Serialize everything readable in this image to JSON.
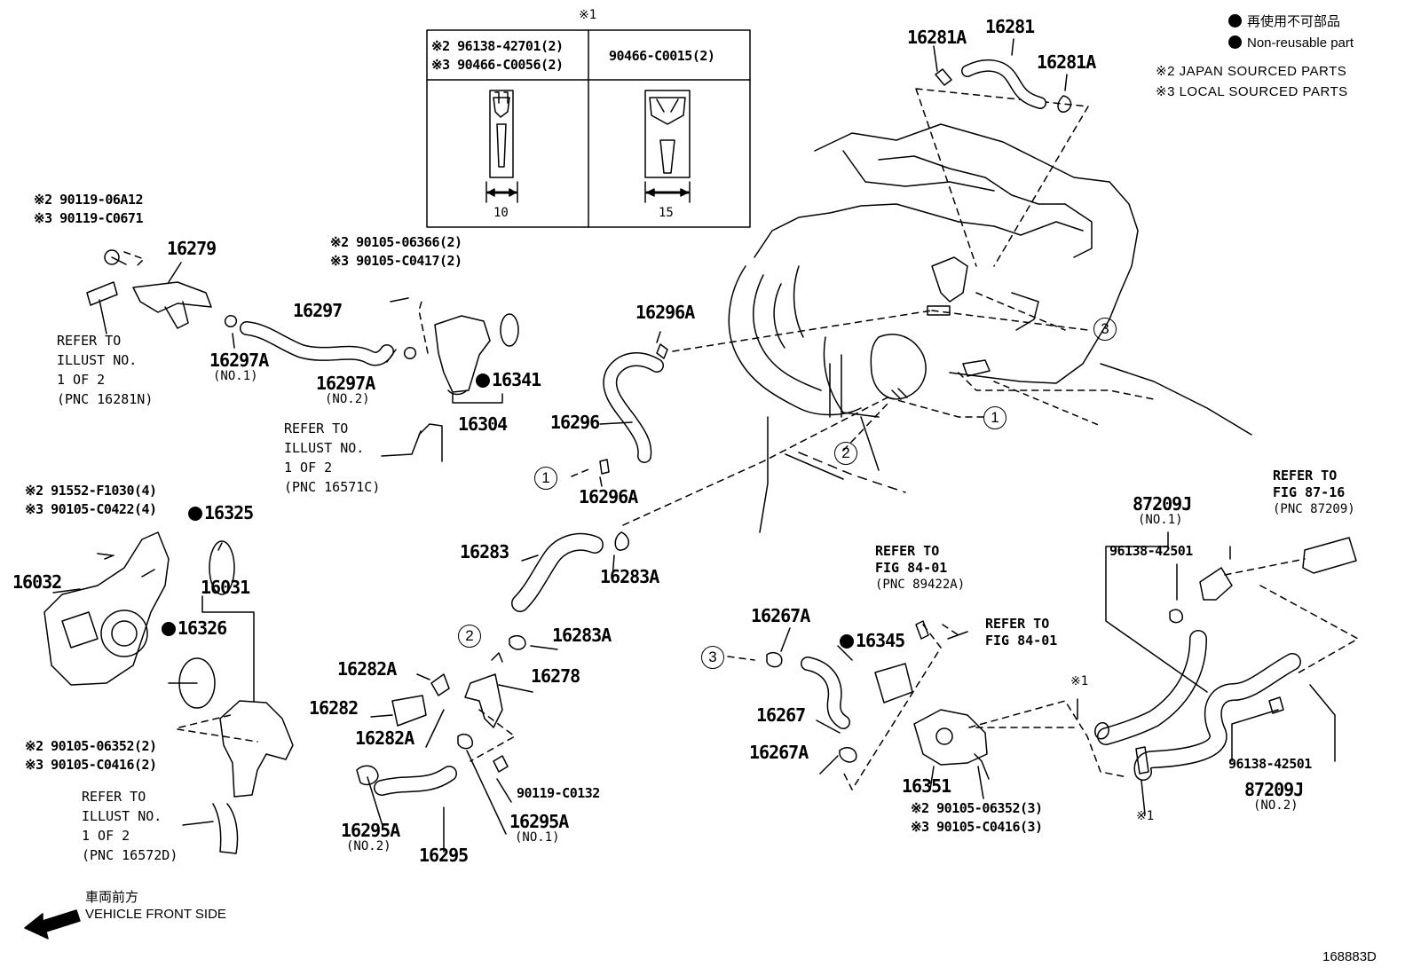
{
  "legend": {
    "nonreusable_jp": "再使用不可部品",
    "nonreusable_en": "Non-reusable part",
    "note2": "※2 JAPAN SOURCED PARTS",
    "note3": "※3 LOCAL SOURCED PARTS"
  },
  "clip_table": {
    "header_mark": "※1",
    "left_line1": "※2 96138-42701(2)",
    "left_line2": "※3 90466-C0056(2)",
    "right_line": "90466-C0015(2)",
    "left_dim": "10",
    "right_dim": "15"
  },
  "parts": {
    "p16281A_left": "16281A",
    "p16281": "16281",
    "p16281A_right": "16281A",
    "b90119_06A12": "※2 90119-06A12",
    "b90119_C0671": "※3 90119-C0671",
    "p16279": "16279",
    "b90105_06366": "※2 90105-06366(2)",
    "b90105_C0417": "※3 90105-C0417(2)",
    "p16297": "16297",
    "p16297A_no1": "16297A",
    "no1_a": "(NO.1)",
    "p16297A_no2": "16297A",
    "no2_a": "(NO.2)",
    "p16341": "16341",
    "p16304": "16304",
    "p16296A_top": "16296A",
    "p16296": "16296",
    "p16296A_bottom": "16296A",
    "b91552_F1030": "※2 91552-F1030(4)",
    "b90105_C0422": "※3 90105-C0422(4)",
    "p16325": "16325",
    "p16032": "16032",
    "p16031": "16031",
    "p16326": "16326",
    "b90105_06352_left": "※2 90105-06352(2)",
    "b90105_C0416_left": "※3 90105-C0416(2)",
    "p16283": "16283",
    "p16283A_upper": "16283A",
    "p16283A_lower": "16283A",
    "p16282A_upper": "16282A",
    "p16278": "16278",
    "p16282": "16282",
    "p16282A_lower": "16282A",
    "b90119_C0132": "90119-C0132",
    "p16295A_no2": "16295A",
    "no2_b": "(NO.2)",
    "p16295": "16295",
    "p16295A_no1": "16295A",
    "no1_b": "(NO.1)",
    "p16267A_upper": "16267A",
    "p16345": "16345",
    "p16267": "16267",
    "p16267A_lower": "16267A",
    "p16351": "16351",
    "b90105_06352_right": "※2 90105-06352(3)",
    "b90105_C0416_right": "※3 90105-C0416(3)",
    "p87209J_no1": "87209J",
    "no1_c": "(NO.1)",
    "p96138_upper": "96138-42501",
    "p96138_lower": "96138-42501",
    "p87209J_no2": "87209J",
    "no2_c": "(NO.2)",
    "mark1_upper": "※1",
    "mark1_lower": "※1"
  },
  "refs": {
    "ref_16281N": [
      "REFER TO",
      "ILLUST NO.",
      "1 OF 2",
      "(PNC 16281N)"
    ],
    "ref_16571C": [
      "REFER TO",
      "ILLUST NO.",
      "1 OF 2",
      "(PNC 16571C)"
    ],
    "ref_16572D": [
      "REFER TO",
      "ILLUST NO.",
      "1 OF 2",
      "(PNC 16572D)"
    ],
    "ref_fig8716": [
      "REFER TO",
      "FIG 87-16",
      "(PNC 87209)"
    ],
    "ref_fig8401_a": [
      "REFER TO",
      "FIG 84-01",
      "(PNC 89422A)"
    ],
    "ref_fig8401_b": [
      "REFER TO",
      "FIG 84-01"
    ]
  },
  "callouts": {
    "c1_engine": "1",
    "c1_left": "1",
    "c2_engine": "2",
    "c2_left": "2",
    "c3_engine": "3",
    "c3_left": "3"
  },
  "footer": {
    "front_jp": "車両前方",
    "front_en": "VEHICLE FRONT SIDE",
    "diagram_id": "168883D"
  }
}
